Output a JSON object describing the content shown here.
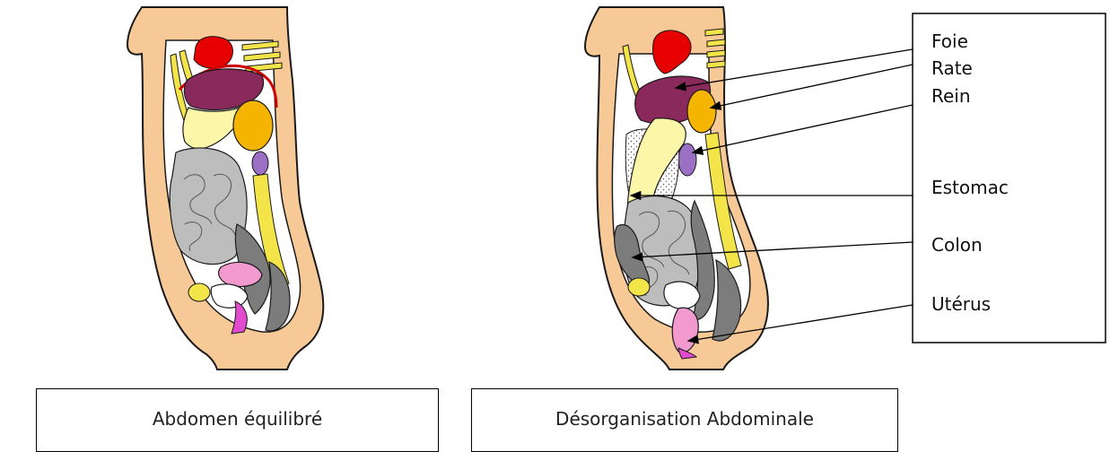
{
  "labels": {
    "foie": "Foie",
    "rate": "Rate",
    "rein": "Rein",
    "estomac": "Estomac",
    "colon": "Colon",
    "uterus": "Utérus"
  },
  "captions": {
    "left": "Abdomen équilibré",
    "right": "Désorganisation Abdominale"
  },
  "colors": {
    "skin": "#f6c996",
    "skin_outline": "#1a1a1a",
    "liver": "#8a2a5c",
    "stomach": "#fbf6a8",
    "spleen": "#f5b400",
    "kidney": "#9b6fc4",
    "intestine": "#bdbdbd",
    "colon": "#7c7c7c",
    "uterus": "#f29ad0",
    "heart": "#e60000",
    "ribs": "#f3e44a",
    "vagina": "#e24bd0",
    "diaphragm": "#cc0000"
  }
}
